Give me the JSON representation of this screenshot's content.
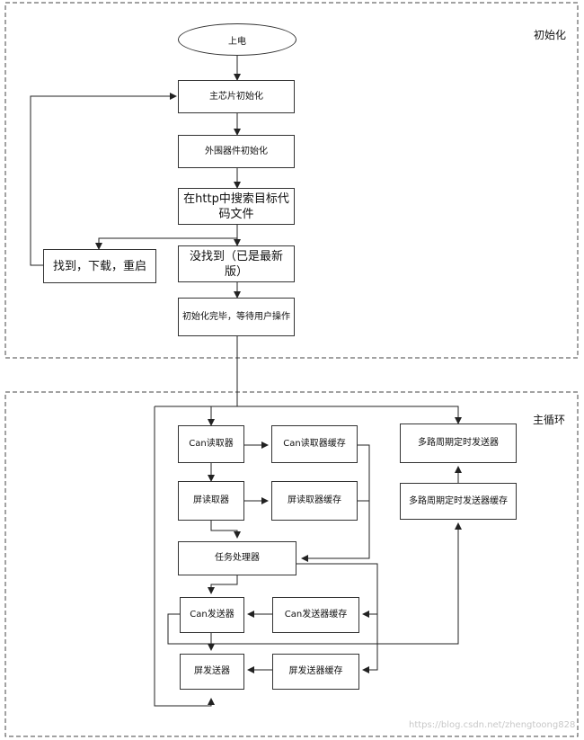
{
  "sections": {
    "init_label": "初始化",
    "main_label": "主循环"
  },
  "nodes": {
    "power_on": "上电",
    "main_chip_init": "主芯片初始化",
    "peripheral_init": "外围器件初始化",
    "search_http": "在http中搜索目标代码文件",
    "found_download": "找到，下载，重启",
    "not_found": "没找到（已是最新版）",
    "init_done": "初始化完毕，等待用户操作",
    "can_reader": "Can读取器",
    "can_reader_buffer": "Can读取器缓存",
    "multi_timer_sender": "多路周期定时发送器",
    "screen_reader": "屏读取器",
    "screen_reader_buffer": "屏读取器缓存",
    "multi_timer_sender_buffer": "多路周期定时发送器缓存",
    "task_processor": "任务处理器",
    "can_sender": "Can发送器",
    "can_sender_buffer": "Can发送器缓存",
    "screen_sender": "屏发送器",
    "screen_sender_buffer": "屏发送器缓存"
  },
  "watermark": "https://blog.csdn.net/zhengtoong828"
}
